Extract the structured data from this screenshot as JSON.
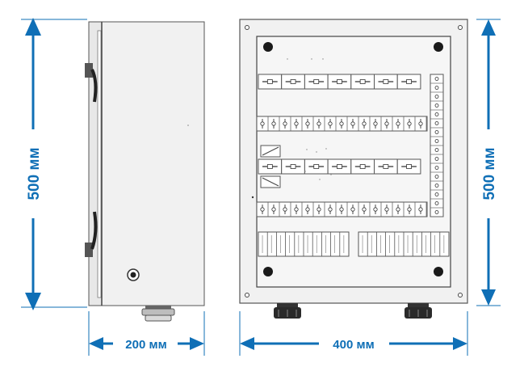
{
  "dimensions": {
    "height_left": "500 мм",
    "height_right": "500 мм",
    "depth": "200 мм",
    "width": "400 мм"
  },
  "colors": {
    "dimension_accent": "#0f6fb6",
    "enclosure_fill": "#f1f1f1",
    "outline": "#4a4a4a",
    "component_fill": "#ffffff",
    "dark": "#1a1a1a"
  },
  "front_view": {
    "top_breakers": 7,
    "middle_breakers": 7,
    "terminal_rows": 2,
    "terminals_per_row": 15,
    "right_terminal_column": 16,
    "relay_blocks": 2,
    "cable_glands": 2
  },
  "side_view": {
    "hinges": 2,
    "lock": 1,
    "cable_glands": 1
  }
}
